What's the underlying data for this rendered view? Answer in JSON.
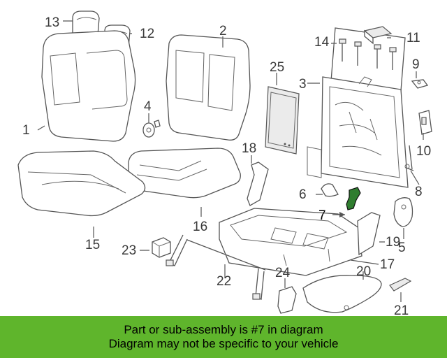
{
  "callouts": {
    "c1": "1",
    "c2": "2",
    "c3": "3",
    "c4": "4",
    "c5": "5",
    "c6": "6",
    "c7": "7",
    "c8": "8",
    "c9": "9",
    "c10": "10",
    "c11": "11",
    "c12": "12",
    "c13": "13",
    "c14": "14",
    "c15": "15",
    "c16": "16",
    "c17": "17",
    "c18": "18",
    "c19": "19",
    "c20": "20",
    "c21": "21",
    "c22": "22",
    "c23": "23",
    "c24": "24",
    "c25": "25"
  },
  "highlight": {
    "part_number": "7",
    "color": "#2f7d2f"
  },
  "banner": {
    "line1": "Part or sub-assembly is #7 in diagram",
    "line2": "Diagram may not be specific to your vehicle",
    "background": "#5fb52c"
  }
}
